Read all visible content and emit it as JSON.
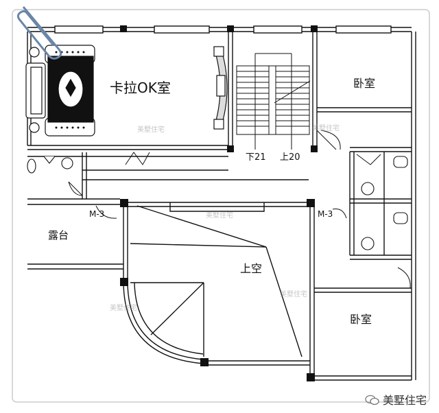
{
  "rooms": {
    "ktv": "卡拉OK室",
    "bedroom_top": "卧室",
    "bedroom_bottom": "卧室",
    "void": "上空",
    "balcony": "露台"
  },
  "stairs": {
    "down": "下21",
    "up": "上20"
  },
  "doors": {
    "left": "M-3",
    "right": "M-3"
  },
  "watermark": "美墅住宅",
  "caption": "美墅住宅",
  "colors": {
    "line": "#111111",
    "paper": "#ffffff",
    "watermark": "#9a9a9a"
  }
}
